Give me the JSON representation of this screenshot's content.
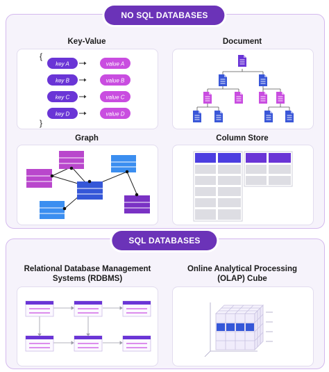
{
  "nosql": {
    "title": "NO SQL DATABASES",
    "key_value": {
      "caption": "Key-Value",
      "open_brace": "{",
      "close_brace": "}",
      "pairs": [
        {
          "key": "key A",
          "value": "value A"
        },
        {
          "key": "key B",
          "value": "value B"
        },
        {
          "key": "key C",
          "value": "value C"
        },
        {
          "key": "key D",
          "value": "value D"
        }
      ]
    },
    "document": {
      "caption": "Document"
    },
    "graph": {
      "caption": "Graph"
    },
    "column_store": {
      "caption": "Column Store"
    }
  },
  "sql": {
    "title": "SQL DATABASES",
    "rdbms": {
      "caption": "Relational Database Management Systems (RDBMS)"
    },
    "olap": {
      "caption": "Online Analytical Processing (OLAP) Cube"
    }
  },
  "colors": {
    "purple_dark": "#6b33b8",
    "key_pill": "#6a35d6",
    "value_pill": "#c94de0",
    "node_blue": "#3557d8",
    "node_light_blue": "#3b8ef0",
    "node_magenta": "#b947cc",
    "node_violet": "#7a32c4",
    "column_header": "#4c3ee0",
    "cell_gray": "#dddde3"
  }
}
